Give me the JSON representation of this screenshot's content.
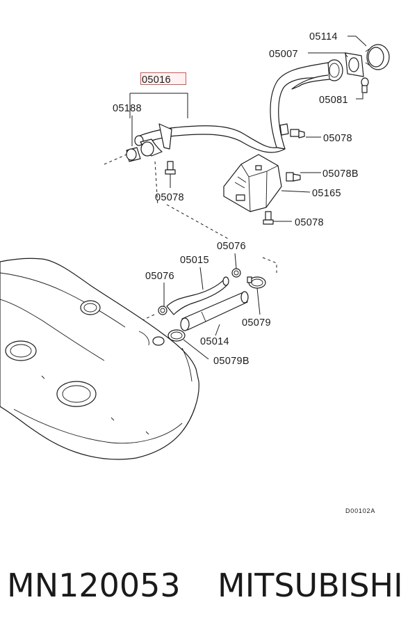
{
  "highlight_color": "#d9534f",
  "labels": {
    "p05114": "05114",
    "p05007": "05007",
    "p05081": "05081",
    "p05016": "05016",
    "p05188": "05188",
    "p05078_a": "05078",
    "p05078_b": "05078",
    "p05078B": "05078B",
    "p05165": "05165",
    "p05078_c": "05078",
    "p05076_a": "05076",
    "p05015": "05015",
    "p05076_b": "05076",
    "p05079": "05079",
    "p05014": "05014",
    "p05079B": "05079B",
    "diagram_code": "D00102A"
  },
  "footer": {
    "part_number": "MN120053",
    "brand": "MITSUBISHI"
  }
}
